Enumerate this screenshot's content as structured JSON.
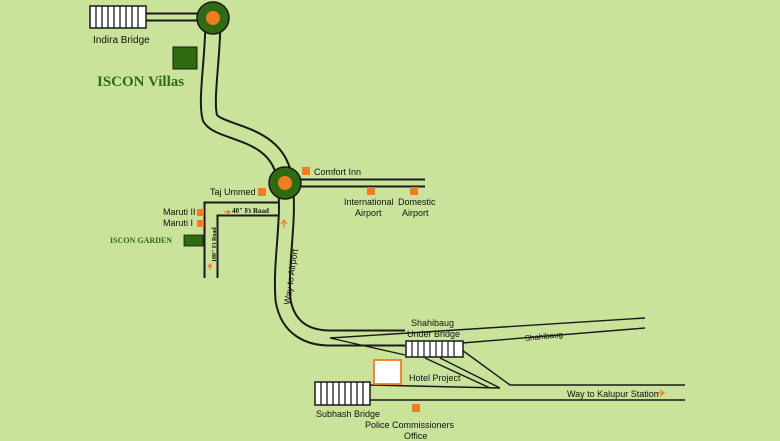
{
  "colors": {
    "background": "#c9e39a",
    "road_outline": "#1a1a1a",
    "road_fill": "#c9e39a",
    "roundabout_outer": "#2f6b12",
    "roundabout_inner": "#f07d1e",
    "landmark": "#f07d1e",
    "property": "#2f6b12",
    "property_text": "#2f6b12",
    "hotel_project_fill": "#ffffff",
    "hotel_project_border": "#f07d1e",
    "arrow": "#f07d1e"
  },
  "labels": {
    "indira_bridge": "Indira Bridge",
    "iscon_villas": "ISCON Villas",
    "comfort_inn": "Comfort Inn",
    "taj_ummed": "Taj Ummed",
    "international_airport_l1": "International",
    "international_airport_l2": "Airport",
    "domestic_airport_l1": "Domestic",
    "domestic_airport_l2": "Airport",
    "road_40ft": "40\" Ft Road",
    "maruti_2": "Maruti II",
    "maruti_1": "Maruti I",
    "iscon_garden": "ISCON GARDEN",
    "road_100ft": "100\" Ft Road",
    "way_to_airport": "Way to Airport",
    "shahibaug_under_bridge_l1": "Shahibaug",
    "shahibaug_under_bridge_l2": "Under Bridge",
    "shahibaug": "Shahibaug",
    "hotel_project": "Hotel Project",
    "way_to_kalupur": "Way to Kalupur Station",
    "subhash_bridge": "Subhash Bridge",
    "police_office_l1": "Police Commissioners",
    "police_office_l2": "Office"
  },
  "icons": {
    "roundabout": "roundabout-icon",
    "landmark": "landmark-square-icon",
    "bridge": "bridge-hatch-icon",
    "arrow": "arrow-right-icon"
  }
}
